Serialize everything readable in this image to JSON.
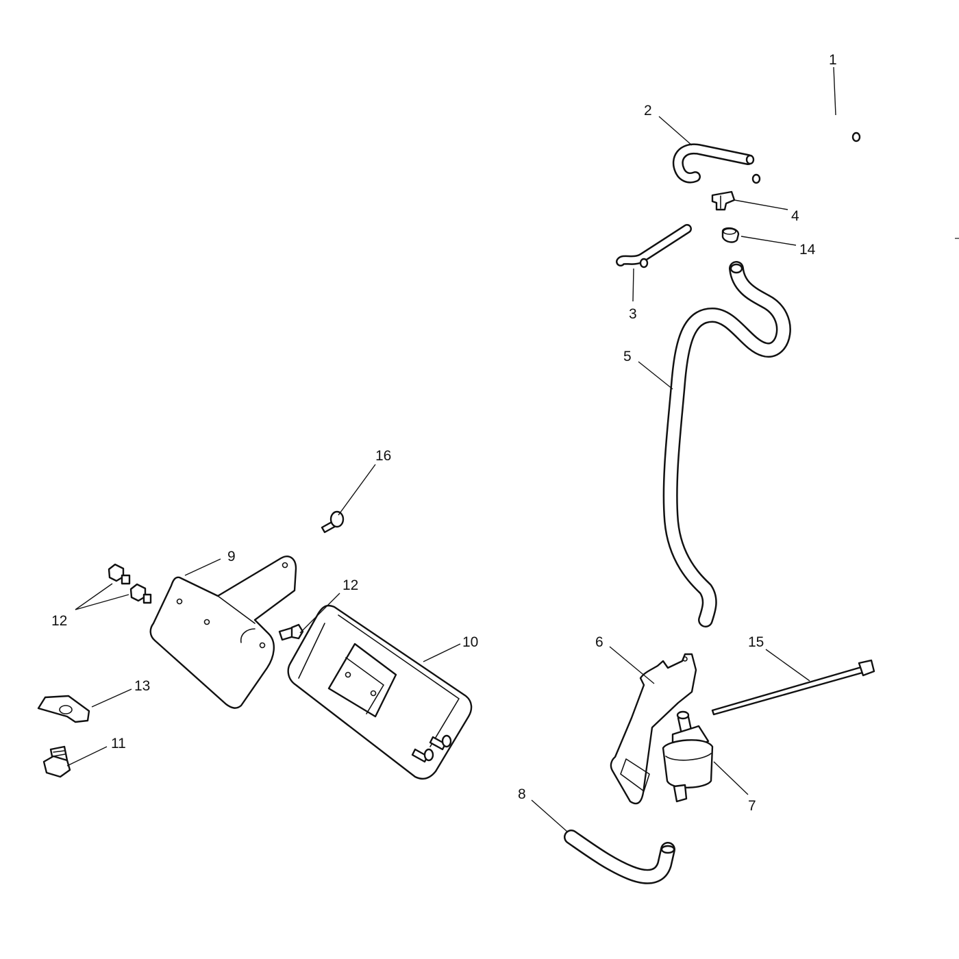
{
  "callouts": {
    "c1": "1",
    "c2": "2",
    "c3": "3",
    "c4": "4",
    "c5": "5",
    "c6": "6",
    "c7": "7",
    "c8": "8",
    "c9": "9",
    "c10": "10",
    "c11": "11",
    "c12a": "12",
    "c12b": "12",
    "c13": "13",
    "c14": "14",
    "c15": "15",
    "c16": "16"
  },
  "colors": {
    "line": "#111111",
    "background": "#ffffff"
  }
}
